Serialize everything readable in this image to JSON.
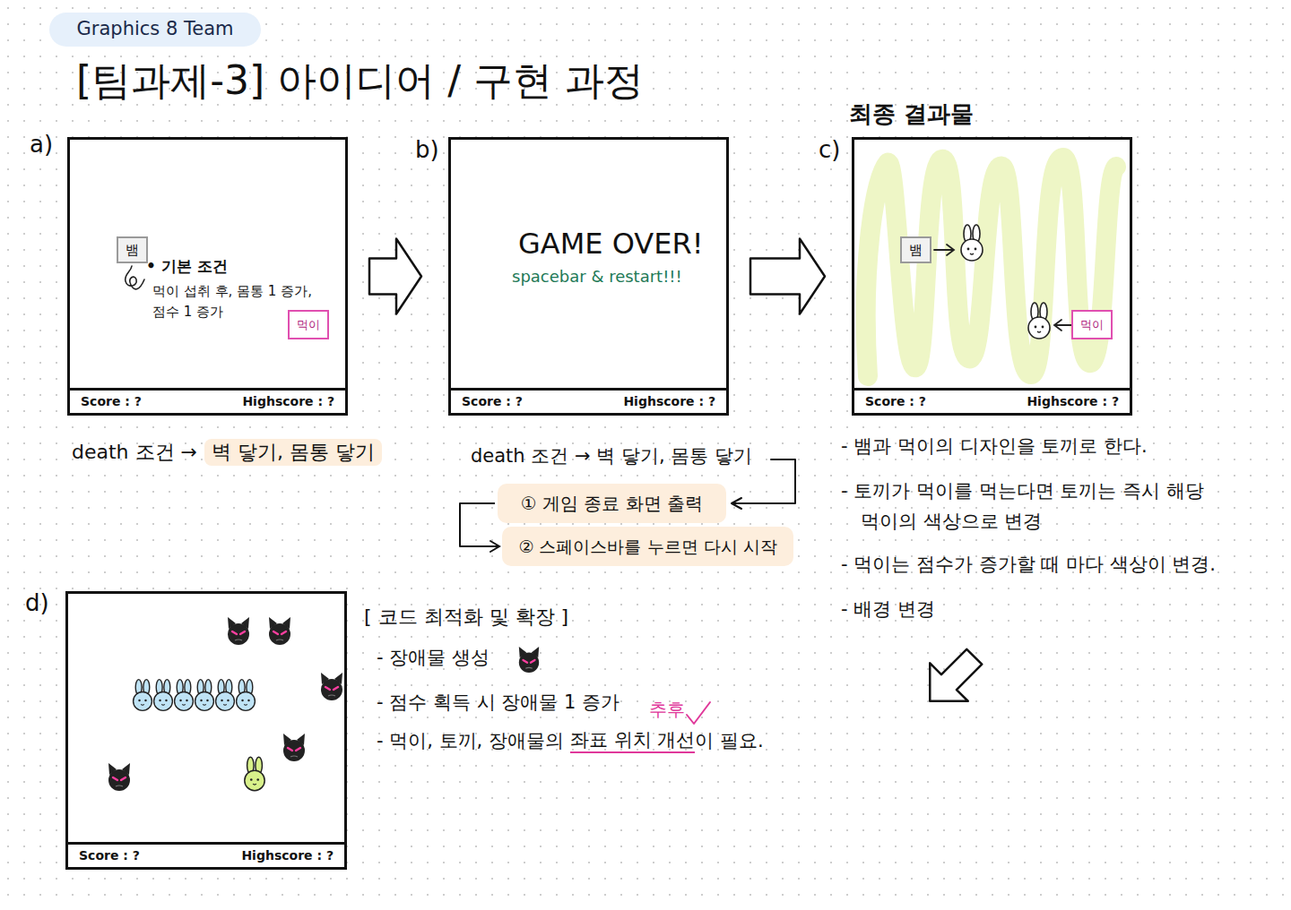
{
  "diagram": {
    "title": "[팀과제-3] 아이디어 / 구현 과정",
    "nodes": [
      {
        "text": [
          "Graphics 8 Team"
        ]
      },
      {
        "text": [
          "a)",
          "• 기본 조건",
          "먹이 섭취 후, 몸통 1 증가, 점수 1 증가"
        ]
      },
      {
        "text": [
          "뱀"
        ],
        "in": 1
      },
      {
        "text": [
          "먹이"
        ],
        "in": 1
      },
      {
        "text": [
          "Score : ?",
          "Highscore : ?"
        ],
        "in": 1
      },
      {
        "text": [
          "b)",
          "GAME OVER!",
          "spacebar & restart!!!"
        ]
      },
      {
        "text": [
          "Score : ?",
          "Highscore : ?"
        ],
        "in": 5
      },
      {
        "text": [
          "c)",
          "최종 결과물"
        ]
      },
      {
        "text": [
          "뱀"
        ],
        "in": 7
      },
      {
        "text": [
          "먹이"
        ],
        "in": 7
      },
      {
        "text": [
          "Score : ?",
          "Highscore : ?"
        ],
        "in": 7
      },
      {
        "text": [
          "① 게임 종료 화면 출력"
        ]
      },
      {
        "text": [
          "② 스페이스바를 누르면 다시 시작"
        ]
      },
      {
        "text": [
          "d)"
        ]
      },
      {
        "text": [
          "Score : ?",
          "Highscore : ?"
        ],
        "in": 13
      }
    ],
    "edges": [
      {
        "from": 1,
        "to": 5,
        "arrow": "to"
      },
      {
        "from": 5,
        "to": 7,
        "arrow": "to"
      },
      {
        "from": 11,
        "to": 12,
        "arrow": "to"
      }
    ],
    "labels": [
      "death 조건 →",
      "벽 닿기, 몸통 닿기",
      "death 조건 → 벽 닿기, 몸통 닿기",
      "- 뱀과 먹이의 디자인을 토끼로 한다.",
      "- 토끼가 먹이를 먹는다면 토끼는 즉시 해당 먹이의 색상으로 변경",
      "- 먹이는 점수가 증가할 때 마다 색상이 변경.",
      "- 배경 변경",
      "[ 코드 최적화 및 확장 ]",
      "- 장애물 생성",
      "- 점수 획득 시 장애물 1 증가",
      "추후",
      "- 먹이, 토끼, 장애물의",
      "좌표 위치 개선",
      "이 필요."
    ]
  }
}
